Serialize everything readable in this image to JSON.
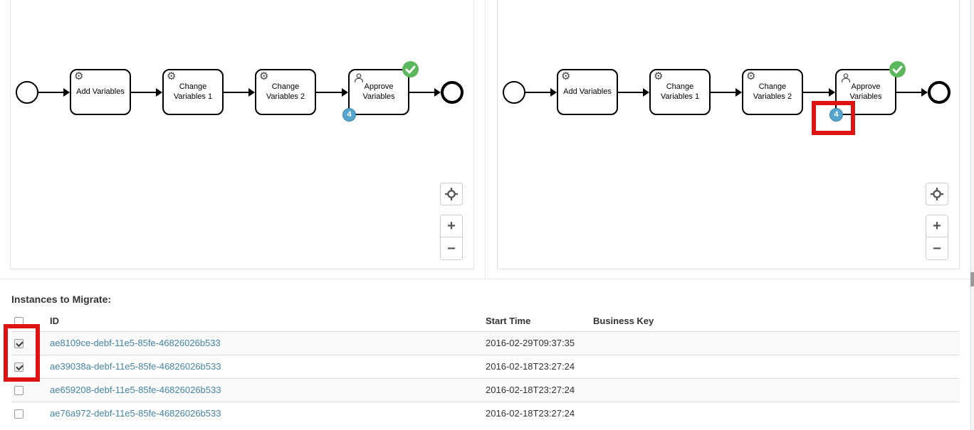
{
  "diagram": {
    "tasks": [
      {
        "label": "Add Variables",
        "type": "service-task"
      },
      {
        "label": "Change Variables 1",
        "type": "service-task"
      },
      {
        "label": "Change Variables 2",
        "type": "service-task"
      },
      {
        "label": "Approve Variables",
        "type": "user-task",
        "badge_count": "4",
        "status": "completed"
      }
    ]
  },
  "icons": {
    "gear": "⚙"
  },
  "zoom_controls": {
    "zoom_in_label": "+",
    "zoom_out_label": "−"
  },
  "instances": {
    "heading": "Instances to Migrate:",
    "columns": {
      "id": "ID",
      "start_time": "Start Time",
      "business_key": "Business Key"
    },
    "rows": [
      {
        "id": "ae8109ce-debf-11e5-85fe-46826026b533",
        "start_time": "2016-02-29T09:37:35",
        "business_key": "",
        "checked": true
      },
      {
        "id": "ae39038a-debf-11e5-85fe-46826026b533",
        "start_time": "2016-02-18T23:27:24",
        "business_key": "",
        "checked": true
      },
      {
        "id": "ae659208-debf-11e5-85fe-46826026b533",
        "start_time": "2016-02-18T23:27:24",
        "business_key": "",
        "checked": false
      },
      {
        "id": "ae76a972-debf-11e5-85fe-46826026b533",
        "start_time": "2016-02-18T23:27:24",
        "business_key": "",
        "checked": false
      }
    ]
  },
  "colors": {
    "highlight_red": "#e01313",
    "count_badge_blue": "#55a5cf",
    "success_badge_green": "#5bb75b",
    "link_blue": "#4586a5"
  }
}
